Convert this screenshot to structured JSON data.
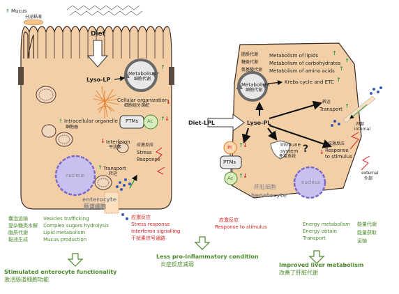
{
  "top": {
    "mucus": "Mucus",
    "mucus_cn": "分泌黏液",
    "diet": "Diet",
    "lyso_lp": "Lyso-LP",
    "metabolism": "Metabolism",
    "metabolism_cn": "细胞代谢",
    "cell_org": "Cellular organization",
    "cell_org_cn": "细胞组分调配",
    "organelle": "Intracellular organelle",
    "organelle_cn": "细胞器",
    "ptms": "PTMs",
    "ac": "Ac",
    "interferon": "Interferon",
    "interferon_cn": "干扰素",
    "stress_cn": "应激反应",
    "stress": "Stress",
    "response": "Response",
    "nucleus": "nucleus",
    "transport": "Transport",
    "transport_cn": "转运",
    "enterocyte": "enterocyte",
    "enterocyte_cn": "肠道细胞"
  },
  "liver": {
    "lipids_cn": "脂质代谢",
    "lipids": "Metabolism of lipids",
    "carbs_cn": "糖类代谢",
    "carbs": "Metabolism of carbohydrates",
    "amino_cn": "氨基酸代谢",
    "amino": "Metabolism of amino acids",
    "metabolism": "Metabolism",
    "metabolism_cn": "细胞代谢",
    "krebs": "Krebs cycle and ETC",
    "diet_lpl": "Diet-LPL",
    "lyso_pl": "Lyso-PL",
    "transport_cn": "转运",
    "transport": "Transport",
    "internal_cn": "内部",
    "internal": "internal",
    "pi": "Pi",
    "ptms": "PTMs",
    "ac": "Ac",
    "immune1": "Immune",
    "immune2": "system",
    "immune_cn": "免疫系统",
    "question": "?",
    "stress_cn": "应激反应",
    "resp1": "Response",
    "resp2": "to stimulus",
    "external": "external",
    "external_cn": "外部",
    "nucleus": "nucleus",
    "hepato_cn": "肝脏细胞",
    "hepato": "hepatocyte"
  },
  "bottom_left": {
    "cn": [
      "囊泡运输",
      "复杂糖类水解",
      "脂质代谢",
      "黏液生成"
    ],
    "en": [
      "Vesicles trafficking",
      "Complex sugars hydrolysis",
      "Lipid metabolism",
      "Mucus production"
    ],
    "result": "Stimulated enterocyte functionality",
    "result_cn": "激活肠道细胞功能"
  },
  "bottom_mid": {
    "cn1": "应激反应",
    "lines": [
      "Stress response",
      "Interferon signalling"
    ],
    "cn2": "干扰素信号通路",
    "result": "Less pro-inflammatory condition",
    "result_cn": "炎症反应减弱"
  },
  "bottom_right_top": {
    "cn": "应激反应",
    "en": "Response to stimulus"
  },
  "bottom_right": {
    "en": [
      "Energy metabolism",
      "Energy obtain",
      "Transport"
    ],
    "cn": [
      "能量代谢",
      "能量获取",
      "运输"
    ],
    "result": "Improved liver metabolism",
    "result_cn": "改善了肝脏代谢"
  },
  "colors": {
    "cell_fill": "#f3cfa8",
    "cell_stroke": "#3a2a20",
    "green": "#4a8a2a",
    "red": "#d42020",
    "arrow_green": "#2e9e3a"
  }
}
